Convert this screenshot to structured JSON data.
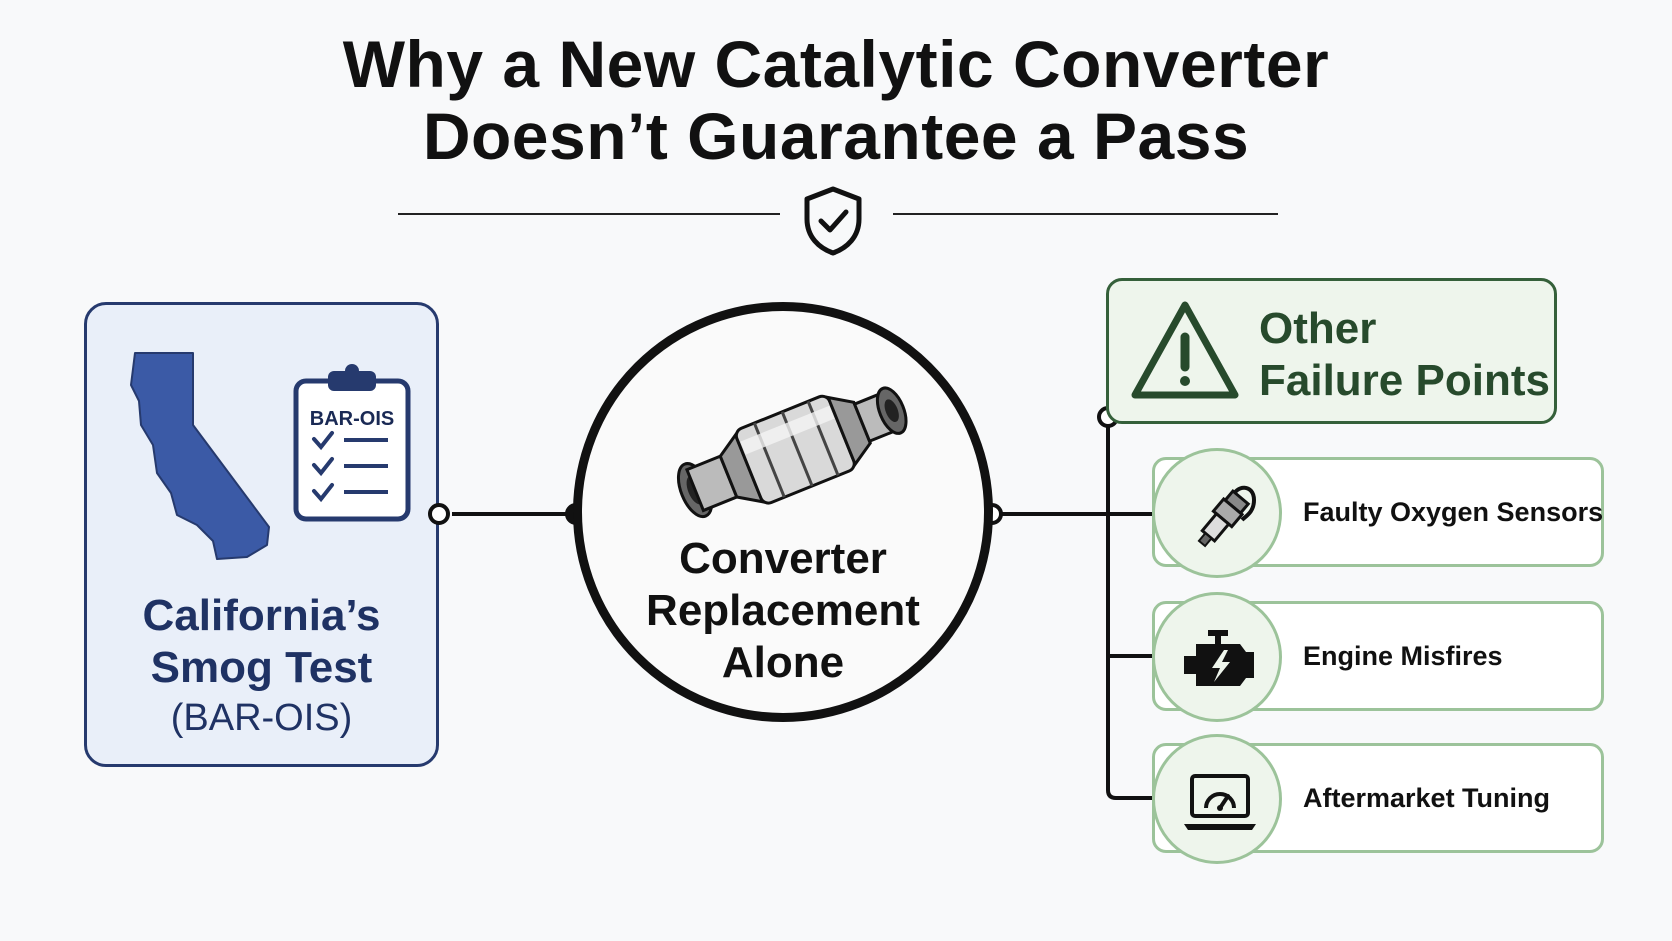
{
  "title": {
    "line1": "Why a New Catalytic Converter",
    "line2": "Doesn’t Guarantee a Pass"
  },
  "left_card": {
    "clipboard_label": "BAR-OIS",
    "caption_line1": "California’s",
    "caption_line2": "Smog Test",
    "caption_line3": "(BAR-OIS)"
  },
  "center": {
    "caption_line1": "Converter",
    "caption_line2": "Replacement",
    "caption_line3": "Alone"
  },
  "other": {
    "title_line1": "Other",
    "title_line2": "Failure Points"
  },
  "failure_points": [
    {
      "label": "Faulty Oxygen Sensors",
      "icon": "oxygen-sensor-icon"
    },
    {
      "label": "Engine Misfires",
      "icon": "engine-icon"
    },
    {
      "label": "Aftermarket Tuning",
      "icon": "laptop-gauge-icon"
    }
  ],
  "colors": {
    "navy": "#263a6e",
    "california_blue": "#3b5aa6",
    "green": "#35603a",
    "light_green": "#9cc39a"
  }
}
